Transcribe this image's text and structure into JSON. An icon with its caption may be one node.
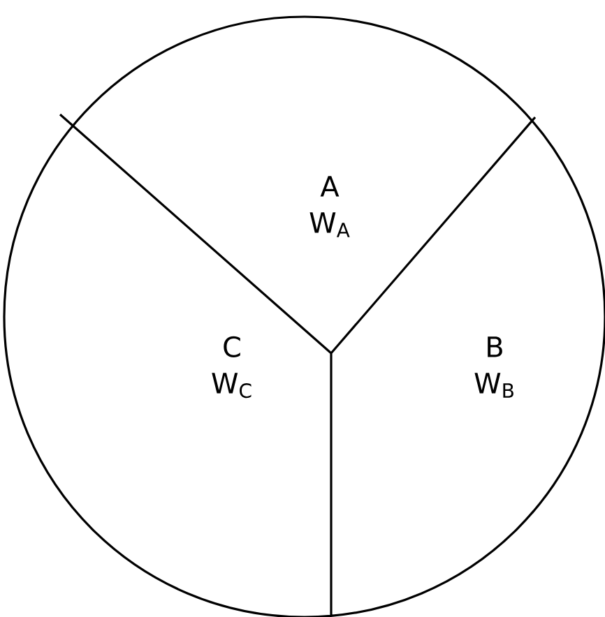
{
  "diagram": {
    "nodes": [
      {
        "text": [
          "A",
          "W$_{A}$"
        ]
      },
      {
        "text": [
          "B",
          "W$_{B}$"
        ]
      },
      {
        "text": [
          "C",
          "W$_{C}$"
        ]
      }
    ]
  }
}
